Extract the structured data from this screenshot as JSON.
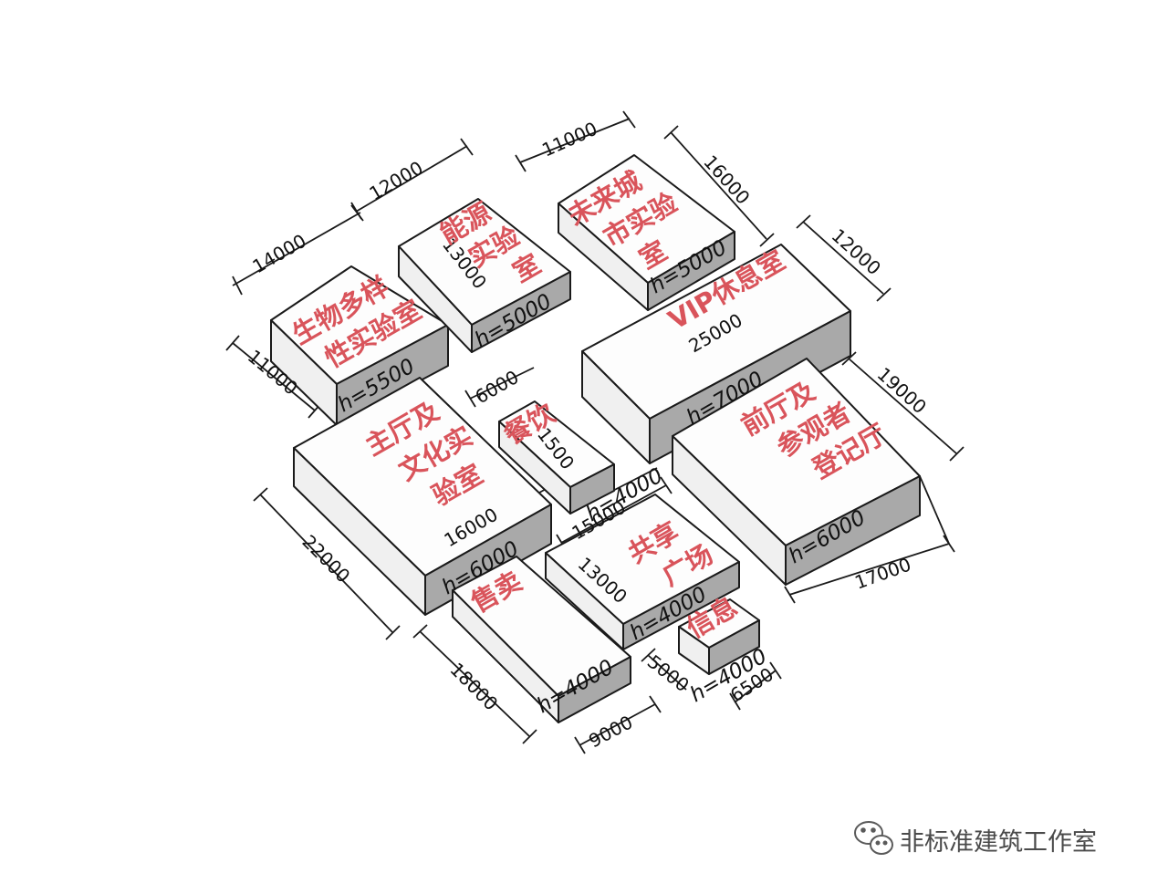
{
  "colors": {
    "label": "#d9545b",
    "top_face": "#fdfdfd",
    "side_face": "#f0f0f0",
    "front_face": "#a9a9a9",
    "line": "#1a1a1a"
  },
  "blocks": [
    {
      "id": "biodiversity",
      "name_lines": [
        "生物多样",
        "性实验室"
      ],
      "height": "h=5500",
      "dims": [
        "14000",
        "11000"
      ]
    },
    {
      "id": "energy",
      "name_lines": [
        "能源",
        "实验",
        "室"
      ],
      "height": "h=5000",
      "dims": [
        "12000",
        "13000"
      ]
    },
    {
      "id": "future_city",
      "name_lines": [
        "未来城",
        "市实验",
        "室"
      ],
      "height": "h=5000",
      "dims": [
        "11000",
        "16000"
      ]
    },
    {
      "id": "vip",
      "name_lines": [
        "VIP休息室"
      ],
      "height": "h=7000",
      "dims": [
        "12000",
        "25000"
      ]
    },
    {
      "id": "main_hall",
      "name_lines": [
        "主厅及",
        "文化实",
        "验室"
      ],
      "height": "h=6000",
      "dims": [
        "16000",
        "22000"
      ]
    },
    {
      "id": "dining",
      "name_lines": [
        "餐饮"
      ],
      "height": "h=4000",
      "dims": [
        "6000",
        "1500"
      ]
    },
    {
      "id": "front_hall",
      "name_lines": [
        "前厅及",
        "参观者",
        "登记厅"
      ],
      "height": "h=6000",
      "dims": [
        "19000",
        "17000"
      ]
    },
    {
      "id": "plaza",
      "name_lines": [
        "共享",
        "广场"
      ],
      "height": "h=4000",
      "dims": [
        "15000",
        "13000"
      ]
    },
    {
      "id": "retail",
      "name_lines": [
        "售卖"
      ],
      "height": "h=4000",
      "dims": [
        "18000",
        "9000"
      ]
    },
    {
      "id": "info",
      "name_lines": [
        "信息"
      ],
      "height": "h=4000",
      "dims": [
        "5000",
        "6500"
      ]
    }
  ],
  "watermark": {
    "icon": "wechat-icon",
    "text": "非标准建筑工作室"
  }
}
